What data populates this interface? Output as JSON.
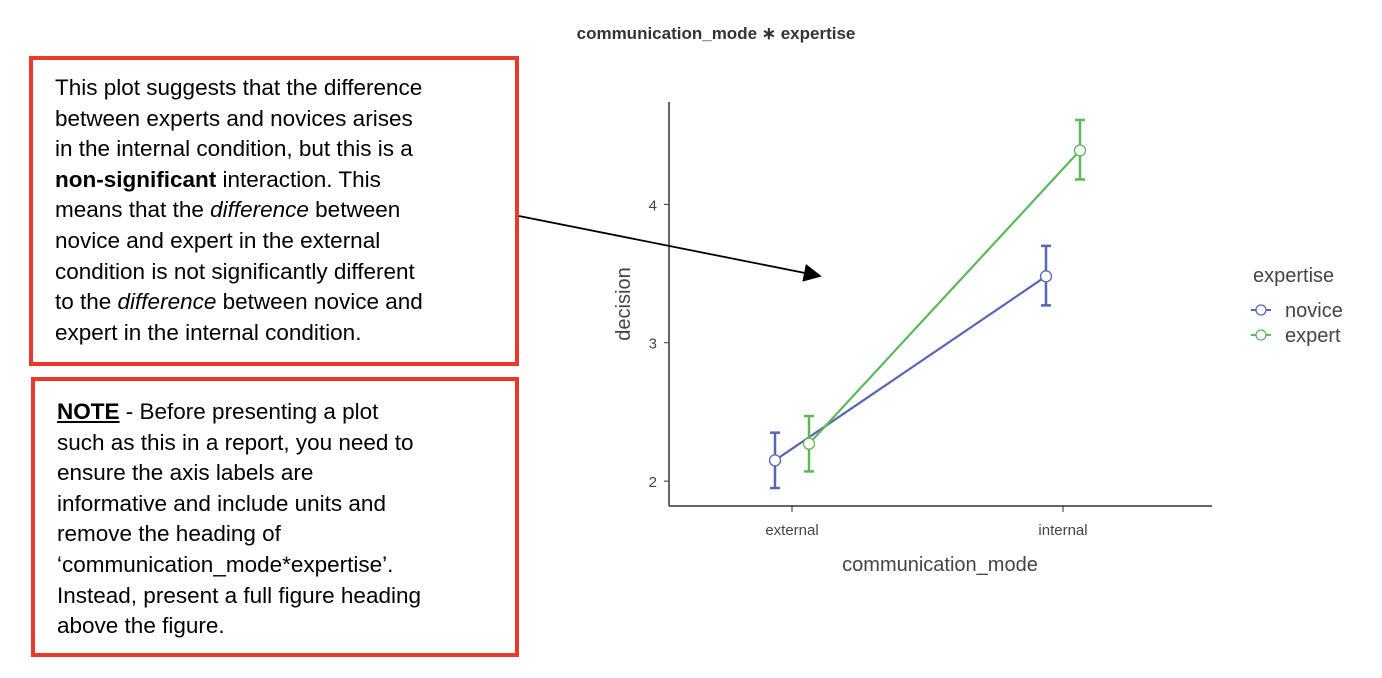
{
  "chart_data": {
    "type": "line",
    "title": "communication_mode ∗ expertise",
    "xlabel": "communication_mode",
    "ylabel": "decision",
    "categories": [
      "external",
      "internal"
    ],
    "yticks": [
      "2",
      "3",
      "4"
    ],
    "ylim": [
      1.82,
      4.74
    ],
    "legend": {
      "title": "expertise",
      "placement": "right"
    },
    "series": [
      {
        "name": "novice",
        "color": "#5566b4",
        "values": [
          2.15,
          3.48
        ],
        "ci_low": [
          1.95,
          3.27
        ],
        "ci_high": [
          2.35,
          3.7
        ]
      },
      {
        "name": "expert",
        "color": "#5cb85c",
        "values": [
          2.27,
          4.39
        ],
        "ci_low": [
          2.07,
          4.18
        ],
        "ci_high": [
          2.47,
          4.61
        ]
      }
    ]
  },
  "annotation1": {
    "lines": [
      [
        {
          "t": "This plot suggests that the difference"
        }
      ],
      [
        {
          "t": "between experts and novices arises"
        }
      ],
      [
        {
          "t": "in the internal condition, but this is a"
        }
      ],
      [
        {
          "t": "non-significant",
          "s": "b"
        },
        {
          "t": " interaction. This"
        }
      ],
      [
        {
          "t": "means that the "
        },
        {
          "t": "difference",
          "s": "i"
        },
        {
          "t": " between"
        }
      ],
      [
        {
          "t": "novice and expert in the external"
        }
      ],
      [
        {
          "t": "condition is not significantly different"
        }
      ],
      [
        {
          "t": "to the "
        },
        {
          "t": "difference",
          "s": "i"
        },
        {
          "t": " between novice and"
        }
      ],
      [
        {
          "t": "expert in the internal condition."
        }
      ]
    ]
  },
  "annotation2": {
    "lines": [
      [
        {
          "t": "NOTE",
          "s": "u"
        },
        {
          "t": " - Before presenting a plot"
        }
      ],
      [
        {
          "t": "such as this in a report, you need to"
        }
      ],
      [
        {
          "t": "ensure the axis labels are"
        }
      ],
      [
        {
          "t": "informative and include units and"
        }
      ],
      [
        {
          "t": "remove the heading of"
        }
      ],
      [
        {
          "t": "‘communication_mode*expertise’."
        }
      ],
      [
        {
          "t": "Instead, present a full figure heading"
        }
      ],
      [
        {
          "t": "above the figure."
        }
      ]
    ]
  }
}
